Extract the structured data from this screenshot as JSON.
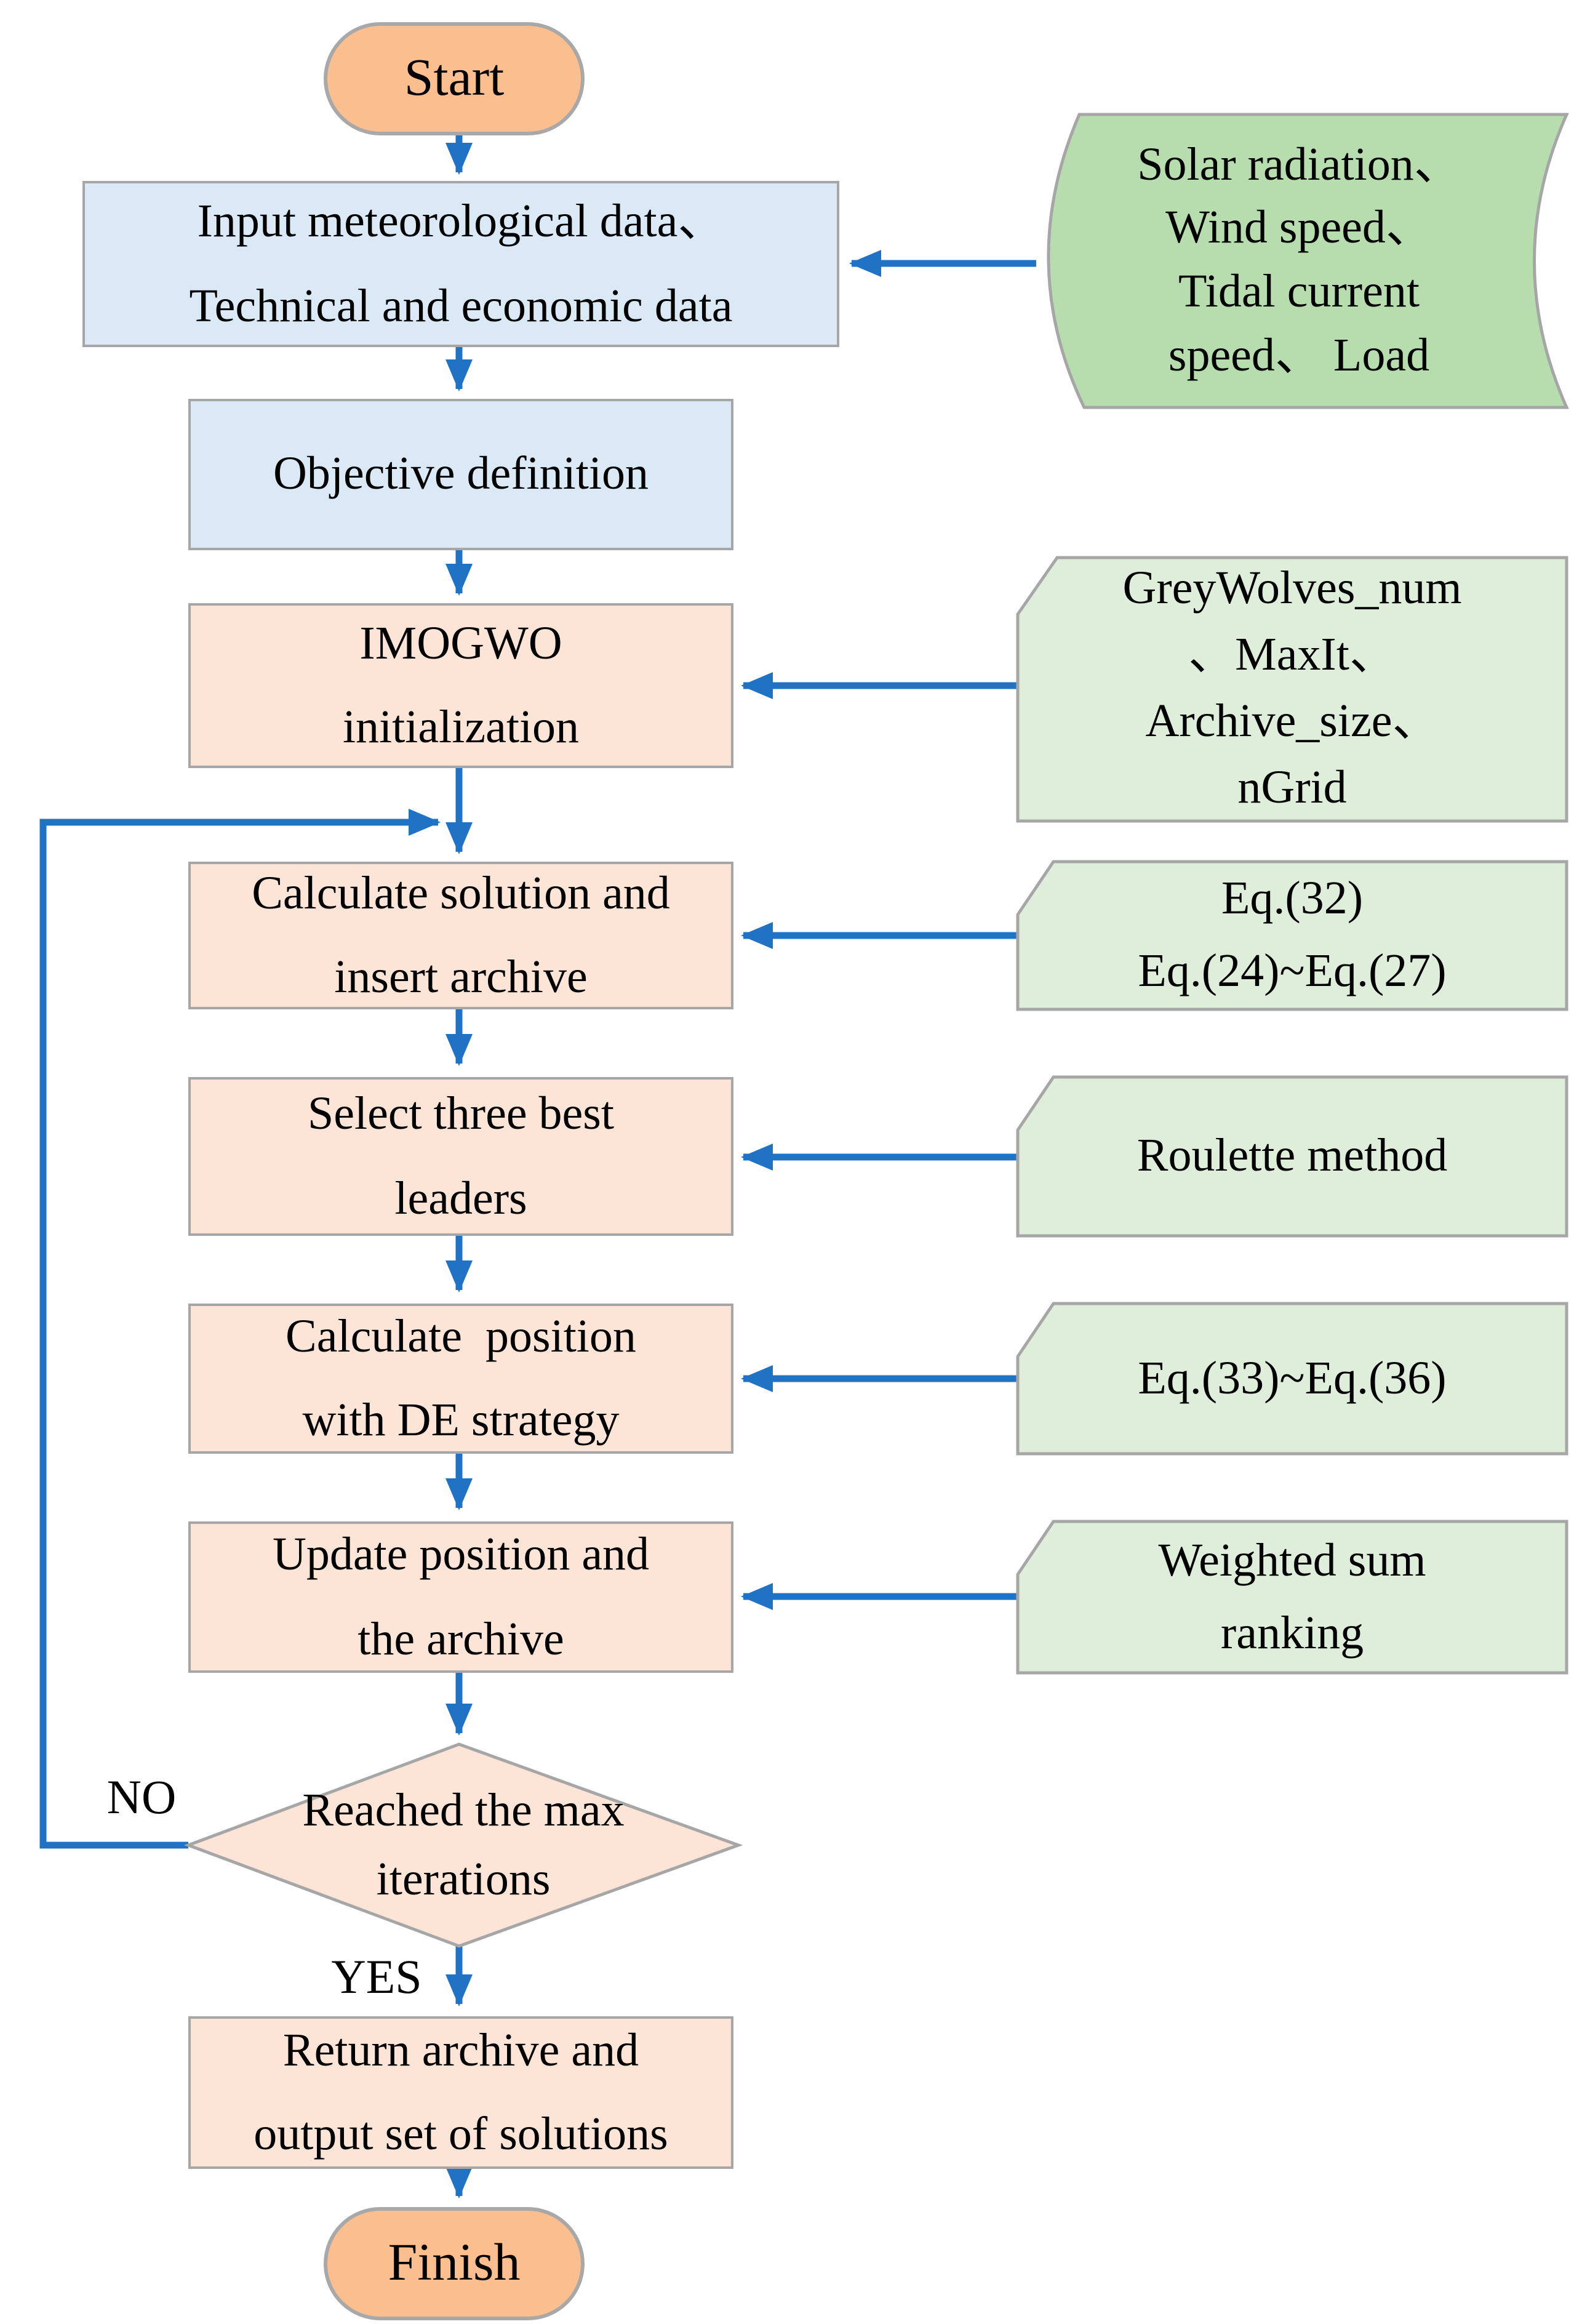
{
  "palette": {
    "arrow": "#1f72c4",
    "terminator_fill": "#fbbf8f",
    "io_fill": "#dbe9f6",
    "process_fill": "#fce4d6",
    "data_fill": "#b7ddae",
    "card_fill": "#dfeeda",
    "border": "#a6a6a6"
  },
  "nodes": {
    "start": {
      "label": "Start"
    },
    "input": {
      "lines": [
        "Input meteorological data、",
        "Technical and economic data"
      ]
    },
    "objective": {
      "label": "Objective definition"
    },
    "imogwo": {
      "lines": [
        "IMOGWO",
        "initialization"
      ]
    },
    "calc_solution": {
      "lines": [
        "Calculate solution and",
        "insert archive"
      ]
    },
    "select_leaders": {
      "lines": [
        "Select three best",
        "leaders"
      ]
    },
    "calc_position": {
      "lines": [
        "Calculate  position",
        "with DE strategy"
      ]
    },
    "update_position": {
      "lines": [
        "Update position and",
        "the archive"
      ]
    },
    "decision": {
      "lines": [
        "Reached the max",
        "iterations"
      ]
    },
    "return_output": {
      "lines": [
        "Return archive and",
        "output set of solutions"
      ]
    },
    "finish": {
      "label": "Finish"
    }
  },
  "annotations": {
    "meteo_data": {
      "lines": [
        "Solar radiation、",
        "Wind speed、",
        "Tidal current",
        "speed、 Load"
      ]
    },
    "init_params": {
      "lines": [
        "GreyWolves_num",
        "、MaxIt、",
        "Archive_size、",
        "nGrid"
      ]
    },
    "eq_archive": {
      "lines": [
        "Eq.(32)",
        "Eq.(24)~Eq.(27)"
      ]
    },
    "roulette": {
      "label": "Roulette method"
    },
    "eq_de": {
      "label": "Eq.(33)~Eq.(36)"
    },
    "weighted": {
      "lines": [
        "Weighted sum",
        "ranking"
      ]
    }
  },
  "edge_labels": {
    "no": "NO",
    "yes": "YES"
  }
}
